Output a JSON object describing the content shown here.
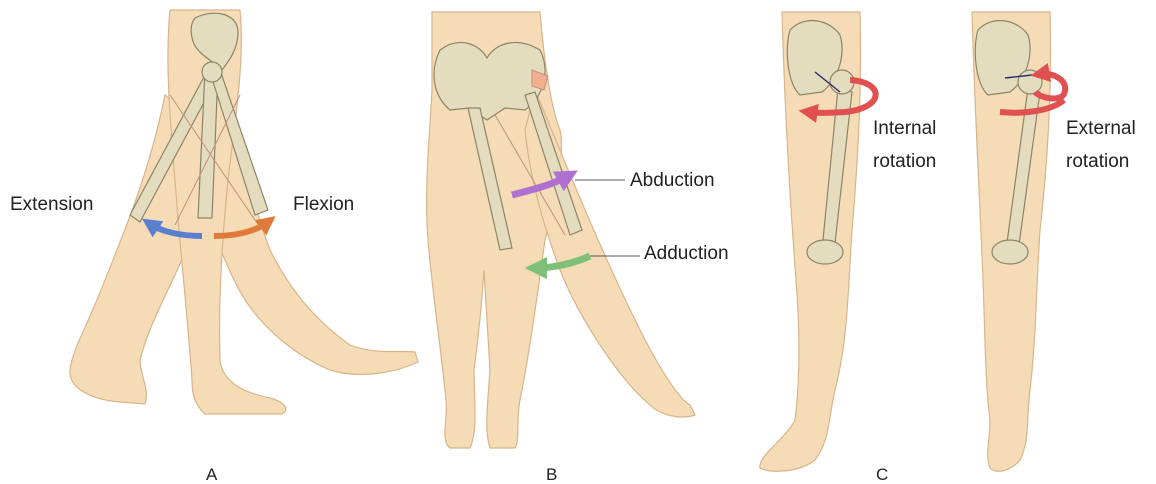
{
  "figure": {
    "panel_a": {
      "letter": "A",
      "extension_label": "Extension",
      "flexion_label": "Flexion"
    },
    "panel_b": {
      "letter": "B",
      "abduction_label": "Abduction",
      "adduction_label": "Adduction"
    },
    "panel_c": {
      "letter": "C",
      "internal_line1": "Internal",
      "internal_line2": "rotation",
      "external_line1": "External",
      "external_line2": "rotation"
    },
    "colors": {
      "skin": "#f5dcb6",
      "skin_outline": "#d8b48a",
      "bone": "#e3dcbf",
      "bone_outline": "#8d8467",
      "extension_arrow": "#5b7fd0",
      "flexion_arrow": "#e07a3a",
      "abduction_arrow": "#b070d0",
      "adduction_arrow": "#7ec07a",
      "rotation_arrow": "#e05050",
      "muscle_line": "#c0907a"
    }
  }
}
